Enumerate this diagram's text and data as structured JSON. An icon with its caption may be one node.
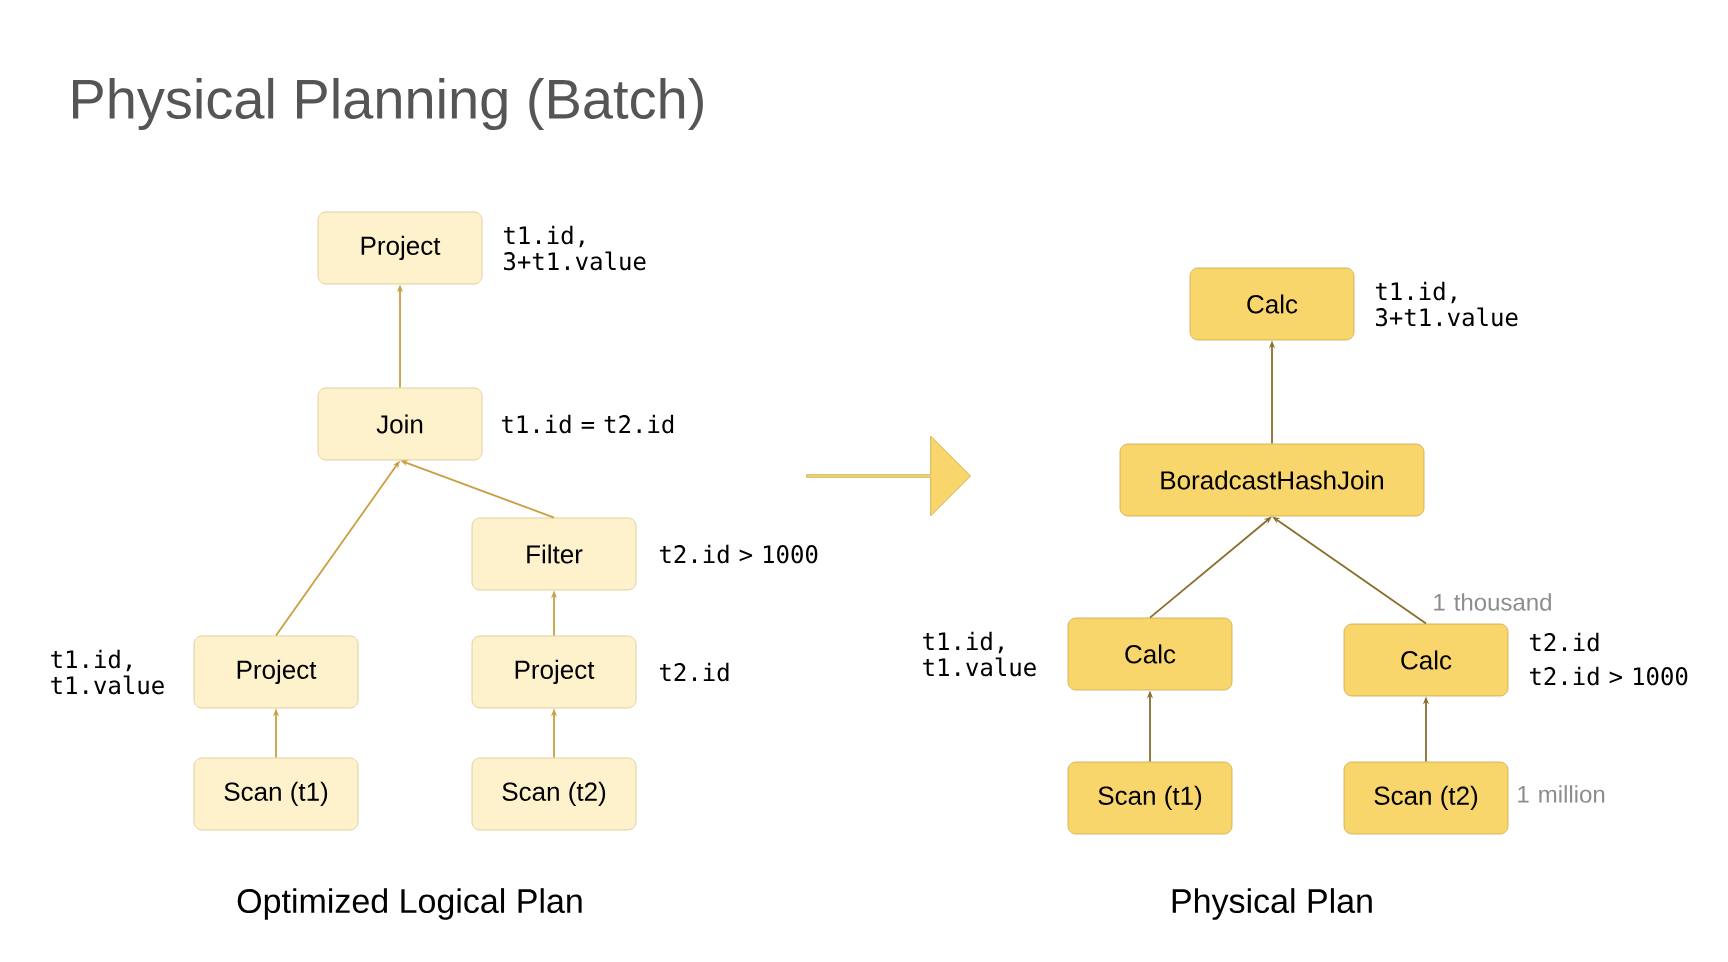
{
  "diagram": {
    "title": "Physical Planning (Batch)",
    "nodes": [
      {
        "text": [
          "Project"
        ],
        "beside": [
          "t1.id, 3+t1.value"
        ]
      },
      {
        "text": [
          "Join"
        ],
        "beside": [
          "t1.id = t2.id"
        ]
      },
      {
        "text": [
          "Filter"
        ],
        "beside": [
          "t2.id > 1000"
        ]
      },
      {
        "text": [
          "Project"
        ],
        "beside": [
          "t1.id, t1.value"
        ]
      },
      {
        "text": [
          "Project"
        ],
        "beside": [
          "t2.id"
        ]
      },
      {
        "text": [
          "Scan (t1)"
        ]
      },
      {
        "text": [
          "Scan (t2)"
        ]
      },
      {
        "text": [
          "Calc"
        ],
        "beside": [
          "t1.id, 3+t1.value"
        ]
      },
      {
        "text": [
          "BoradcastHashJoin"
        ]
      },
      {
        "text": [
          "Calc"
        ],
        "beside": [
          "t1.id, t1.value"
        ]
      },
      {
        "text": [
          "Calc"
        ],
        "beside": [
          "1 thousand",
          "t2.id",
          "t2.id > 1000"
        ]
      },
      {
        "text": [
          "Scan (t1)"
        ]
      },
      {
        "text": [
          "Scan (t2)"
        ],
        "beside": [
          "1 million"
        ]
      }
    ],
    "edges": [
      {
        "from": 1,
        "to": 0,
        "arrow": "to"
      },
      {
        "from": 3,
        "to": 1,
        "arrow": "to"
      },
      {
        "from": 2,
        "to": 1,
        "arrow": "to"
      },
      {
        "from": 4,
        "to": 2,
        "arrow": "to"
      },
      {
        "from": 5,
        "to": 3,
        "arrow": "to"
      },
      {
        "from": 6,
        "to": 4,
        "arrow": "to"
      },
      {
        "from": 8,
        "to": 7,
        "arrow": "to"
      },
      {
        "from": 9,
        "to": 8,
        "arrow": "to"
      },
      {
        "from": 10,
        "to": 8,
        "arrow": "to"
      },
      {
        "from": 11,
        "to": 9,
        "arrow": "to"
      },
      {
        "from": 12,
        "to": 10,
        "arrow": "to"
      }
    ],
    "labels": [
      "Optimized Logical Plan",
      "Physical Plan"
    ]
  }
}
